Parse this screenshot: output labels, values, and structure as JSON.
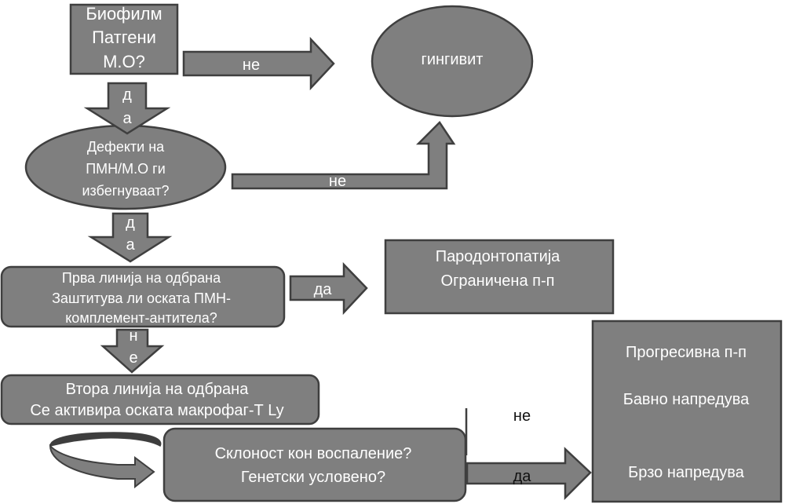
{
  "colors": {
    "box_fill": "#7f7f7f",
    "box_stroke": "#3f3f3f",
    "text": "#ffffff",
    "dark_text": "#111111"
  },
  "nodes": {
    "biofilm": {
      "lines": [
        "Биофилм",
        "Патгени",
        "М.О?"
      ]
    },
    "gingivitis": {
      "lines": [
        "гингивит"
      ]
    },
    "pmn_defects": {
      "lines": [
        "Дефекти на",
        "ПМН/М.О ги",
        "избегнуваат?"
      ]
    },
    "first_defense": {
      "lines": [
        "Прва линија на одбрана",
        "Заштитува ли оската ПМН-",
        "комплемент-антитела?"
      ]
    },
    "limited": {
      "lines": [
        "Пародонтопатија",
        "Ограничена п-п"
      ]
    },
    "outcomes": {
      "lines": [
        "Прогресивна п-п",
        "Бавно напредува",
        "Брзо напредува"
      ]
    },
    "second_defense": {
      "lines": [
        "Втора линија на одбрана",
        "Се активира оската макрофаг-Т Ly"
      ]
    },
    "inflammation": {
      "lines": [
        "Склоност кон воспаление?",
        "Генетски условено?"
      ]
    }
  },
  "arrows": {
    "biofilm_no": "не",
    "biofilm_yes": [
      "д",
      "а"
    ],
    "pmn_no": "не",
    "pmn_yes": [
      "д",
      "а"
    ],
    "first_yes": "да",
    "first_no": [
      "н",
      "е"
    ],
    "infl_no": "не",
    "infl_yes": "да"
  }
}
